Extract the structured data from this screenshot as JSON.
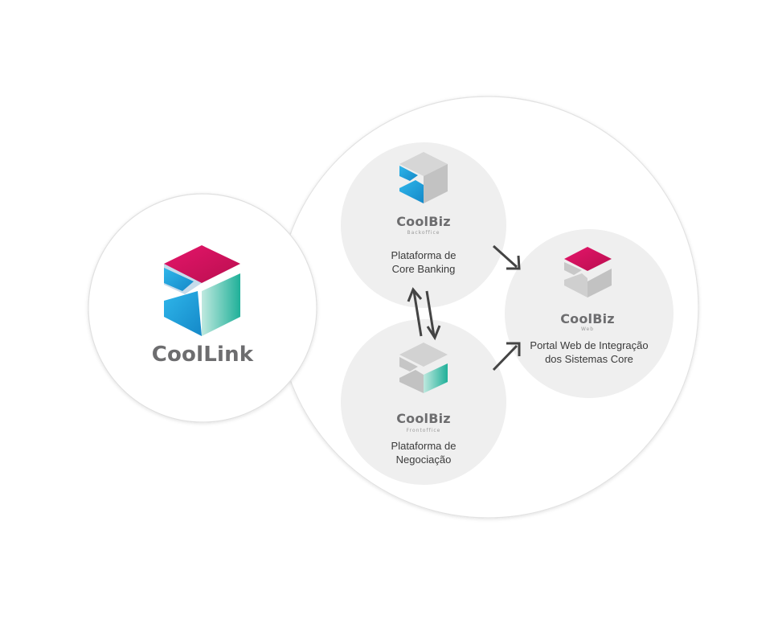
{
  "coollink": {
    "logo_icon": "coollink-hexagon-icon",
    "name": "CoolLink"
  },
  "modules": [
    {
      "icon": "coolbiz-backoffice-icon",
      "name": "CoolBiz",
      "subtitle": "Backoffice",
      "desc_line1": "Plataforma de",
      "desc_line2": "Core Banking"
    },
    {
      "icon": "coolbiz-frontoffice-icon",
      "name": "CoolBiz",
      "subtitle": "Frontoffice",
      "desc_line1": "Plataforma de",
      "desc_line2": "Negociação"
    },
    {
      "icon": "coolbiz-web-icon",
      "name": "CoolBiz",
      "subtitle": "Web",
      "desc_line1": "Portal Web de Integração",
      "desc_line2": "dos Sistemas Core"
    }
  ],
  "colors": {
    "magenta": "#d6135e",
    "blue": "#1fa2dc",
    "teal": "#27b8a0",
    "gray_face": "#c8c8c8",
    "brand_text": "#6d6d6f",
    "arrow": "#444444",
    "module_bg": "#efefef"
  }
}
